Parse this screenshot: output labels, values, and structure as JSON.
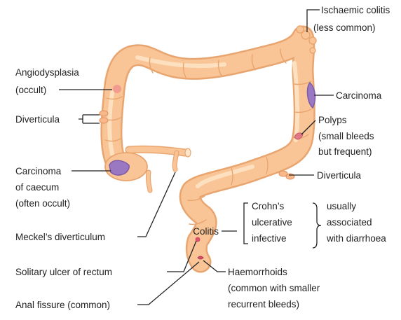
{
  "colors": {
    "bowel_fill": "#f9c596",
    "bowel_outline": "#e9a56f",
    "bowel_highlight": "#fde0c0",
    "lesion_purple": "#9a78c2",
    "lesion_purple_dark": "#7c5aa8",
    "bleed_spot": "#f08c8c",
    "ulcer_red": "#d9506b",
    "leader_line": "#222222",
    "text": "#222222"
  },
  "labels": {
    "ischaemic_colitis": {
      "line1": "Ischaemic colitis",
      "line2": "(less common)"
    },
    "angiodysplasia": {
      "line1": "Angiodysplasia",
      "line2": "(occult)"
    },
    "carcinoma": {
      "text": "Carcinoma"
    },
    "diverticula_left": {
      "text": "Diverticula"
    },
    "polyps": {
      "line1": "Polyps",
      "line2": "(small bleeds",
      "line3": "but frequent)"
    },
    "carcinoma_caecum": {
      "line1": "Carcinoma",
      "line2": "of caecum",
      "line3": "(often occult)"
    },
    "diverticula_right": {
      "text": "Diverticula"
    },
    "colitis": {
      "title": "Colitis",
      "items": [
        "Crohn’s",
        "ulcerative",
        "infective"
      ]
    },
    "usually_associated": {
      "line1": "usually",
      "line2": "associated",
      "line3": "with diarrhoea"
    },
    "meckels": {
      "text": "Meckel’s diverticulum"
    },
    "solitary_ulcer": {
      "text": "Solitary ulcer of rectum"
    },
    "haemorrhoids": {
      "line1": "Haemorrhoids",
      "line2": "(common with smaller",
      "line3": "recurrent bleeds)"
    },
    "anal_fissure": {
      "text": "Anal fissure (common)"
    }
  }
}
